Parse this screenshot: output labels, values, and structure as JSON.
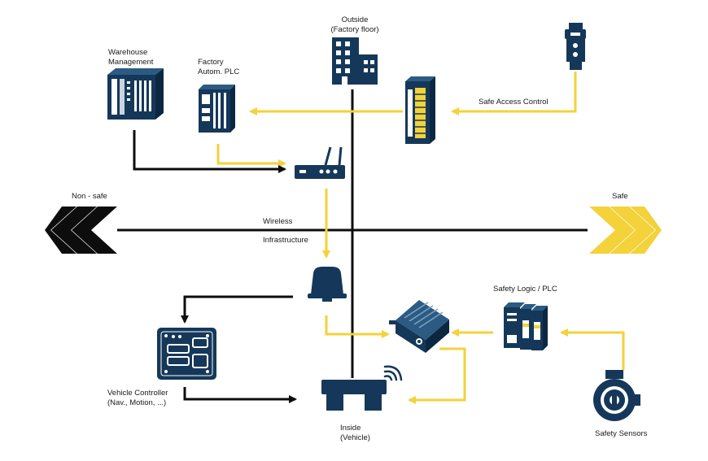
{
  "labels": {
    "outside_line1": "Outside",
    "outside_line2": "(Factory floor)",
    "warehouse_line1": "Warehouse",
    "warehouse_line2": "Management",
    "factory_line1": "Factory",
    "factory_line2": "Autom. PLC",
    "safe_access": "Safe Access Control",
    "non_safe": "Non - safe",
    "safe": "Safe",
    "wireless": "Wireless",
    "infrastructure": "Infrastructure",
    "safety_logic": "Safety Logic / PLC",
    "vehicle_controller_line1": "Vehicle Controller",
    "vehicle_controller_line2": "(Nav., Motion, ...)",
    "inside_line1": "Inside",
    "inside_line2": "(Vehicle)",
    "safety_sensors": "Safety Sensors"
  },
  "colors": {
    "navy": "#15385a",
    "yellow": "#f3d23a",
    "black": "#0d0d0d"
  }
}
